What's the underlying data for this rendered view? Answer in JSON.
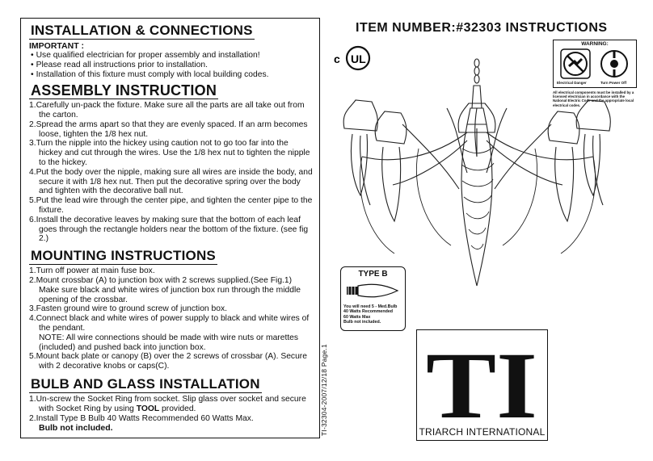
{
  "installation": {
    "heading": "INSTALLATION & CONNECTIONS",
    "important_label": "IMPORTANT :",
    "bullets": [
      "Use qualified electrician for proper assembly and installation!",
      "Please read all instructions prior to installation.",
      "Installation of this fixture must comply with local building codes."
    ]
  },
  "assembly": {
    "heading": "ASSEMBLY INSTRUCTION",
    "steps": [
      "1.Carefully un-pack the fixture. Make sure all the parts are all take out from the carton.",
      "2.Spread the arms apart so that they are evenly spaced. If an arm becomes loose, tighten the 1/8 hex nut.",
      "3.Turn the nipple into the hickey using caution not to go too far into the hickey and cut through the wires. Use the 1/8 hex nut to tighten the nipple to the hickey.",
      "4.Put the body over the nipple, making sure all wires are inside the body, and secure it with 1/8 hex nut. Then put the decorative spring over the body and tighten with the decorative ball nut.",
      "5.Put the lead wire through the center pipe, and tighten the center pipe to the fixture.",
      "6.Install the decorative leaves by making sure that the bottom of each leaf goes through the rectangle holders near the bottom of the fixture. (see fig 2.)"
    ]
  },
  "mounting": {
    "heading": "MOUNTING INSTRUCTIONS",
    "steps": [
      "1.Turn off power at main fuse box.",
      "2.Mount crossbar (A) to junction box with 2 screws supplied.(See Fig.1) Make sure black and white wires of junction box run through the middle opening of the crossbar.",
      "3.Fasten ground wire to ground screw of junction box.",
      "4.Connect black and white wires of power supply to black and white wires of the pendant."
    ],
    "note": "NOTE: All wire connections should be made  with wire nuts or marettes (included) and pushed back into junction box.",
    "step5": "5.Mount back plate or canopy (B) over the 2 screws of crossbar (A). Secure with 2 decorative knobs or caps(C)."
  },
  "bulb": {
    "heading": "BULB AND GLASS INSTALLATION",
    "step1_prefix": "1.Un-screw the Socket Ring from socket. Slip glass over socket and secure with Socket Ring by using ",
    "step1_tool": "TOOL",
    "step1_suffix": " provided.",
    "step2": "2.Install Type B Bulb 40 Watts Recommended 60 Watts Max.",
    "not_included": "Bulb not included."
  },
  "side_code": "TI-32304-2007/12/18 Page.1",
  "item_title": "ITEM NUMBER:#32303 INSTRUCTIONS",
  "cert_logo": {
    "c_mark": "c",
    "ul_mark": "UL",
    "icon": "cul-listed-icon"
  },
  "warning": {
    "title": "WARNING:",
    "caption_left": "Electrical Danger",
    "caption_right": "Turn Power Off",
    "text": "All electrical components must be installed by a licensed electrician in accordance with the National Electric Code and the appropriate local electrical codes."
  },
  "type_b": {
    "title": "TYPE B",
    "lines": [
      "You will need 5 - Med.Bulb",
      "40 Watts Recommended",
      "60 Watts Max",
      "Bulb not included."
    ]
  },
  "brand": {
    "logo_letters": "TI",
    "name": "TRIARCH INTERNATIONAL"
  }
}
